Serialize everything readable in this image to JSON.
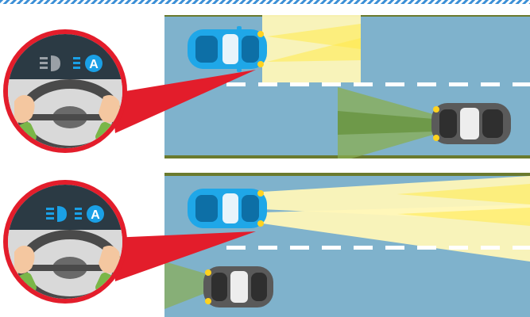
{
  "colors": {
    "road": "#7fb2cc",
    "road_edge": "#6a7a2e",
    "lane_marking": "#ffffff",
    "low_beam": "#fff7b8",
    "high_beam": "#fff7b8",
    "beam_hot": "#ffe94a",
    "oncoming_beam": "#8aae52",
    "callout": "#e31d2b",
    "ego_car": "#1fa7e8",
    "other_car": "#5a5a5a",
    "indicator_blue": "#1aa0e6",
    "indicator_gray": "#9aa0a6",
    "dashboard": "#2b3a44",
    "hands": "#f4c7a0",
    "sleeves": "#7ab648",
    "top_border": "#3b8fd6"
  },
  "panels": [
    {
      "scenario": "low-beam-oncoming-car",
      "headlight_icon": "low-beam-icon",
      "headlight_icon_active": false,
      "auto_icon": "auto-high-beam-icon",
      "auto_icon_text": "A",
      "auto_icon_active": true,
      "ego_beam": "low",
      "other_car": "oncoming"
    },
    {
      "scenario": "high-beam-car-passed",
      "headlight_icon": "high-beam-icon",
      "headlight_icon_active": true,
      "auto_icon": "auto-high-beam-icon",
      "auto_icon_text": "A",
      "auto_icon_active": true,
      "ego_beam": "high",
      "other_car": "passed-behind"
    }
  ]
}
